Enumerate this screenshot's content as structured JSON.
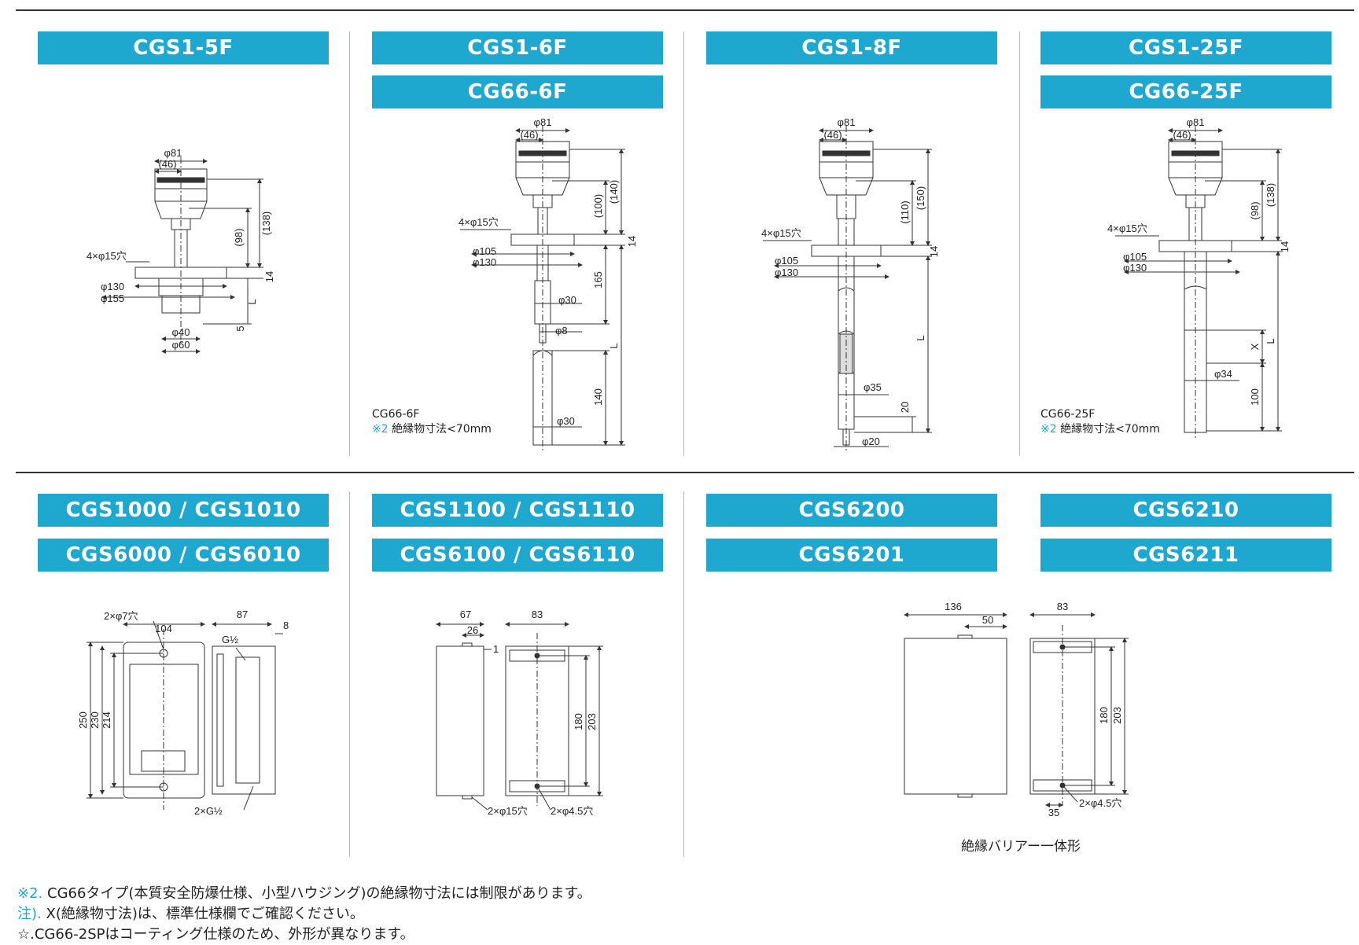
{
  "headers": {
    "row1": {
      "col1": [
        "CGS1-5F"
      ],
      "col2": [
        "CGS1-6F",
        "CG66-6F"
      ],
      "col3": [
        "CGS1-8F"
      ],
      "col4": [
        "CGS1-25F",
        "CG66-25F"
      ]
    },
    "row2": {
      "col1": [
        "CGS1000 / CGS1010",
        "CGS6000 / CGS6010"
      ],
      "col2": [
        "CGS1100 / CGS1110",
        "CGS6100 / CGS6110"
      ],
      "col3": [
        "CGS6200",
        "CGS6201"
      ],
      "col4": [
        "CGS6210",
        "CGS6211"
      ]
    }
  },
  "captions": {
    "cg66_6f": {
      "model": "CG66-6F",
      "mark": "※2",
      "text": "絶縁物寸法<70mm"
    },
    "cg66_25f": {
      "model": "CG66-25F",
      "mark": "※2",
      "text": "絶縁物寸法<70mm"
    },
    "barrier": "絶縁バリアー一体形"
  },
  "dims": {
    "d1": {
      "phi81": "φ81",
      "p46": "(46)",
      "p138": "(138)",
      "p98": "(98)",
      "holes": "4×φ15穴",
      "phi130": "φ130",
      "phi155": "φ155",
      "t14": "14",
      "L": "L",
      "t5": "5",
      "phi40": "φ40",
      "phi60": "φ60"
    },
    "d2": {
      "phi81": "φ81",
      "p46": "(46)",
      "p100": "(100)",
      "p140": "(140)",
      "holes": "4×φ15穴",
      "phi105": "φ105",
      "phi130": "φ130",
      "t14": "14",
      "t165": "165",
      "phi30a": "φ30",
      "phi8": "φ8",
      "L": "L",
      "t140": "140",
      "phi30b": "φ30"
    },
    "d3": {
      "phi81": "φ81",
      "p46": "(46)",
      "p110": "(110)",
      "p150": "(150)",
      "holes": "4×φ15穴",
      "phi105": "φ105",
      "phi130": "φ130",
      "t14": "14",
      "L": "L",
      "phi35": "φ35",
      "t20": "20",
      "phi20": "φ20"
    },
    "d4": {
      "phi81": "φ81",
      "p46": "(46)",
      "p138": "(138)",
      "p98": "(98)",
      "holes": "4×φ15穴",
      "phi105": "φ105",
      "phi130": "φ130",
      "t14": "14",
      "X": "X",
      "L": "L",
      "phi34": "φ34",
      "t100": "100"
    },
    "b1": {
      "holes": "2×φ7穴",
      "w104": "104",
      "w87": "87",
      "w8": "8",
      "g": "G½",
      "h250": "250",
      "h230": "230",
      "h214": "214",
      "g2": "2×G½"
    },
    "b2": {
      "w67": "67",
      "w26": "26",
      "w1": "1",
      "w83": "83",
      "h180": "180",
      "h203": "203",
      "holes15": "2×φ15穴",
      "holes45": "2×φ4.5穴"
    },
    "b3": {
      "w136": "136",
      "w50": "50",
      "w83": "83",
      "h180": "180",
      "h203": "203",
      "w35": "35",
      "holes45": "2×φ4.5穴"
    }
  },
  "notes": [
    {
      "mark": "※2.",
      "text": "CG66タイプ(本質安全防爆仕様、小型ハウジング)の絶縁物寸法には制限があります。"
    },
    {
      "mark": "注).",
      "text": "X(絶縁物寸法)は、標準仕様欄でご確認ください。"
    },
    {
      "mark": "☆.",
      "text": "CG66-2SPはコーティング仕様のため、外形が異なります。"
    }
  ],
  "colors": {
    "accent": "#1ea8cf",
    "line": "#333333"
  }
}
